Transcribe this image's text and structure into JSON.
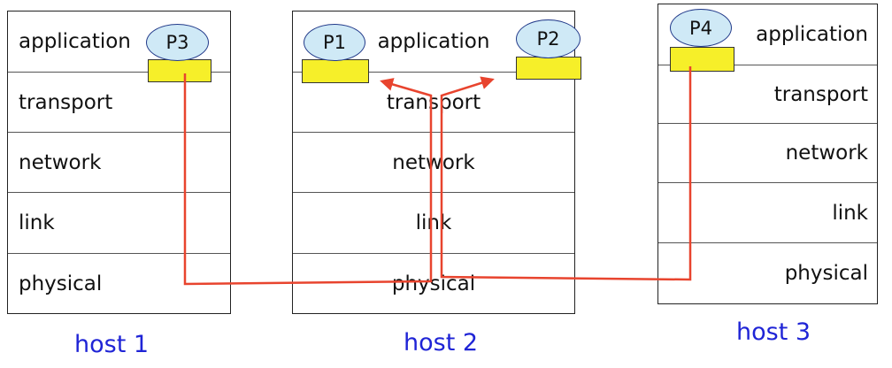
{
  "hosts": [
    {
      "label": "host 1",
      "layers": [
        "application",
        "transport",
        "network",
        "link",
        "physical"
      ],
      "processes": [
        "P3"
      ]
    },
    {
      "label": "host 2",
      "layers": [
        "application",
        "transport",
        "network",
        "link",
        "physical"
      ],
      "processes": [
        "P1",
        "P2"
      ]
    },
    {
      "label": "host 3",
      "layers": [
        "application",
        "transport",
        "network",
        "link",
        "physical"
      ],
      "processes": [
        "P4"
      ]
    }
  ],
  "colors": {
    "host_label": "#1f24d6",
    "wire": "#e8442e",
    "process_fill": "#cfe9f6",
    "socket_fill": "#f6ef29"
  }
}
